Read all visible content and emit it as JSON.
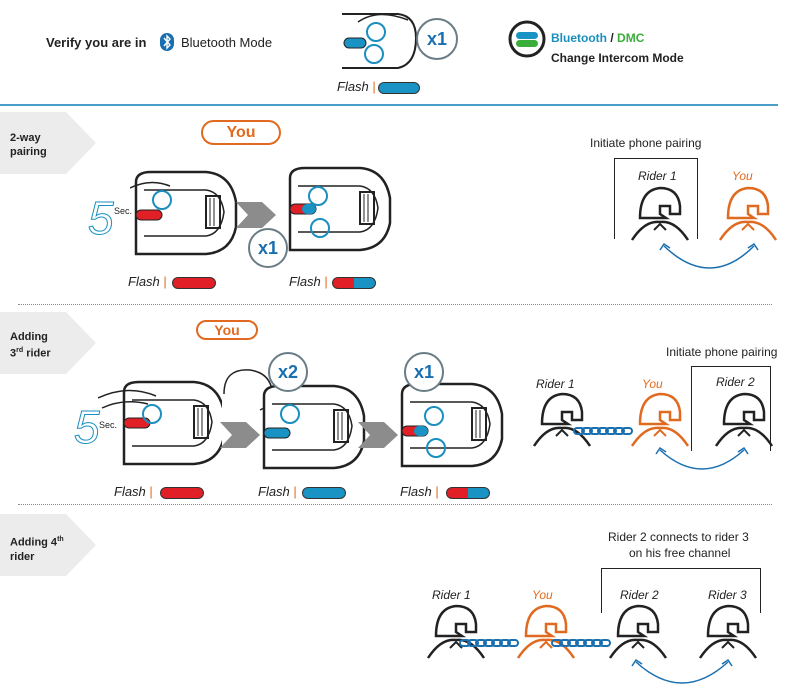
{
  "header": {
    "verify_prefix": "Verify you are in",
    "verify_mode": "Bluetooth Mode",
    "press_count": "x1",
    "flash_label": "Flash",
    "change_bt": "Bluetooth",
    "change_sep": "/",
    "change_dmc": "DMC",
    "change_line2": "Change Intercom Mode"
  },
  "sections": {
    "two_way": {
      "label_line1": "2-way",
      "label_line2": "pairing",
      "you": "You",
      "seconds_number": "5",
      "seconds_unit": "Sec.",
      "press_count": "x1",
      "flash1": "Flash",
      "flash2": "Flash",
      "pairing_title": "Initiate phone  pairing",
      "rider1": "Rider 1",
      "you_rider": "You"
    },
    "third": {
      "label_line1": "Adding",
      "label_num": "3",
      "label_sup": "rd",
      "label_line2": "rider",
      "you": "You",
      "seconds_number": "5",
      "seconds_unit": "Sec.",
      "press_count_a": "x2",
      "press_count_b": "x1",
      "flash1": "Flash",
      "flash2": "Flash",
      "flash3": "Flash",
      "pairing_title": "Initiate phone  pairing",
      "rider1": "Rider 1",
      "you_rider": "You",
      "rider2": "Rider 2"
    },
    "fourth": {
      "label_line1": "Adding 4",
      "label_sup": "th",
      "label_line2": "rider",
      "note_line1": "Rider 2 connects to rider 3",
      "note_line2": "on his free channel",
      "rider1": "Rider 1",
      "you_rider": "You",
      "rider2": "Rider 2",
      "rider3": "Rider 3"
    }
  },
  "colors": {
    "accent_orange": "#e06a1f",
    "accent_blue": "#1a8fbf",
    "led_red": "#e01f26",
    "led_blue": "#1993c4",
    "divider": "#4a9ec9"
  }
}
